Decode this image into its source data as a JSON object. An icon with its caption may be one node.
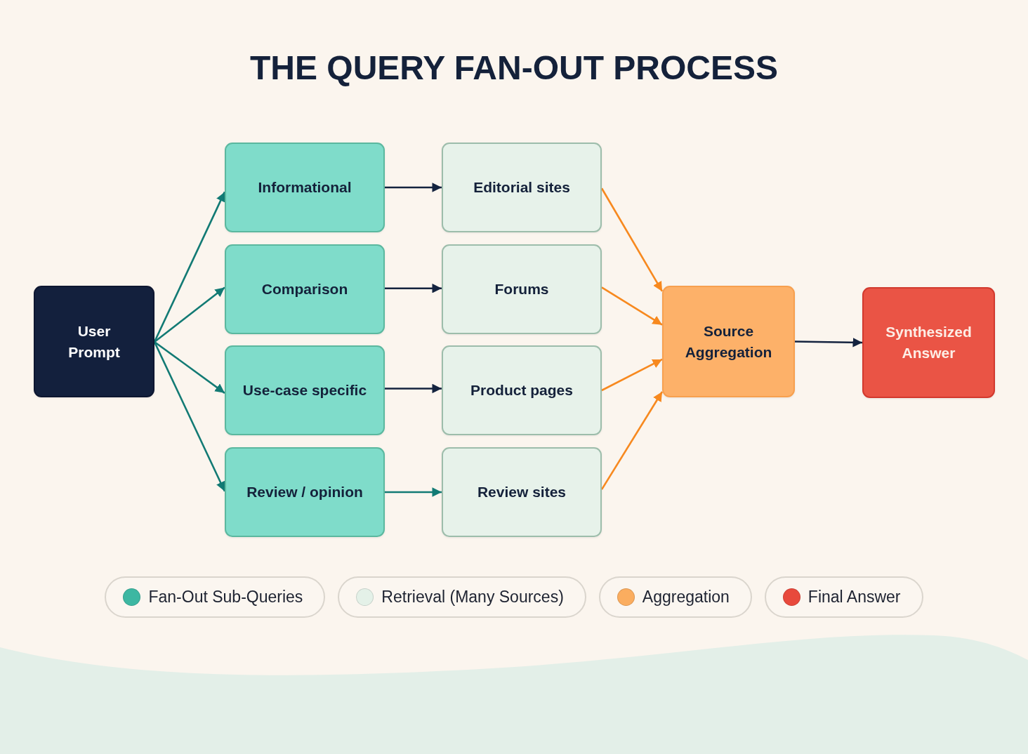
{
  "diagram": {
    "title": "THE QUERY FAN-OUT PROCESS",
    "nodes": [
      {
        "text": [
          "User Prompt"
        ]
      },
      {
        "text": [
          "Informational"
        ]
      },
      {
        "text": [
          "Comparison"
        ]
      },
      {
        "text": [
          "Use-case specific"
        ]
      },
      {
        "text": [
          "Review / opinion"
        ]
      },
      {
        "text": [
          "Editorial sites"
        ]
      },
      {
        "text": [
          "Forums"
        ]
      },
      {
        "text": [
          "Product pages"
        ]
      },
      {
        "text": [
          "Review sites"
        ]
      },
      {
        "text": [
          "Source Aggregation"
        ]
      },
      {
        "text": [
          "Synthesized Answer"
        ]
      }
    ],
    "edges": [
      {
        "from": 0,
        "to": 1,
        "arrow": "to"
      },
      {
        "from": 0,
        "to": 2,
        "arrow": "to"
      },
      {
        "from": 0,
        "to": 3,
        "arrow": "to"
      },
      {
        "from": 0,
        "to": 4,
        "arrow": "to"
      },
      {
        "from": 1,
        "to": 5,
        "arrow": "to",
        "color": "#14233f"
      },
      {
        "from": 2,
        "to": 6,
        "arrow": "to",
        "color": "#14233f"
      },
      {
        "from": 3,
        "to": 7,
        "arrow": "to",
        "color": "#14233f"
      },
      {
        "from": 4,
        "to": 8,
        "arrow": "to"
      },
      {
        "from": 5,
        "to": 9,
        "arrow": "to",
        "color": "#f7891f"
      },
      {
        "from": 6,
        "to": 9,
        "arrow": "to",
        "color": "#f7891f"
      },
      {
        "from": 7,
        "to": 9,
        "arrow": "to",
        "color": "#f7891f"
      },
      {
        "from": 8,
        "to": 9,
        "arrow": "to",
        "color": "#f7891f"
      },
      {
        "from": 9,
        "to": 10,
        "arrow": "to",
        "color": "#14233f"
      }
    ],
    "legend": [
      {
        "text": "Fan-Out Sub-Queries",
        "color": "#3db7a2"
      },
      {
        "text": "Retrieval (Many Sources)",
        "color": "#e4f1e8"
      },
      {
        "text": "Aggregation",
        "color": "#fbad5f"
      },
      {
        "text": "Final Answer",
        "color": "#e8493c"
      }
    ]
  }
}
